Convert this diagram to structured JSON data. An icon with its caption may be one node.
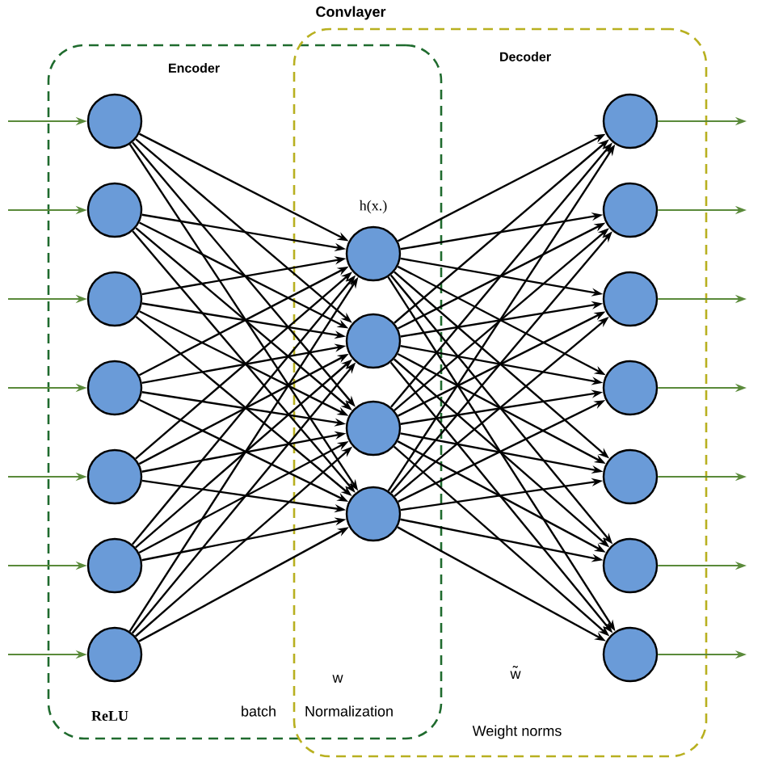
{
  "diagram": {
    "title": "Convlayer",
    "nodes": [
      {
        "text": [
          "Encoder"
        ]
      },
      {
        "text": [
          "Decoder"
        ]
      },
      {
        "text": [],
        "shape": "circle",
        "in": 0
      },
      {
        "text": [],
        "shape": "circle",
        "in": 0
      },
      {
        "text": [],
        "shape": "circle",
        "in": 0
      },
      {
        "text": [],
        "shape": "circle",
        "in": 0
      },
      {
        "text": [],
        "shape": "circle",
        "in": 0
      },
      {
        "text": [],
        "shape": "circle",
        "in": 0
      },
      {
        "text": [],
        "shape": "circle",
        "in": 0
      },
      {
        "text": [],
        "shape": "circle",
        "beside": [
          "h(x.)"
        ]
      },
      {
        "text": [],
        "shape": "circle"
      },
      {
        "text": [],
        "shape": "circle"
      },
      {
        "text": [],
        "shape": "circle"
      },
      {
        "text": [],
        "shape": "circle",
        "in": 1
      },
      {
        "text": [],
        "shape": "circle",
        "in": 1
      },
      {
        "text": [],
        "shape": "circle",
        "in": 1
      },
      {
        "text": [],
        "shape": "circle",
        "in": 1
      },
      {
        "text": [],
        "shape": "circle",
        "in": 1
      },
      {
        "text": [],
        "shape": "circle",
        "in": 1
      },
      {
        "text": [],
        "shape": "circle",
        "in": 1
      }
    ],
    "edges": [
      {
        "from": null,
        "to": 2,
        "arrow": "to",
        "color": "#5a8a3a"
      },
      {
        "from": null,
        "to": 3,
        "arrow": "to",
        "color": "#5a8a3a"
      },
      {
        "from": null,
        "to": 4,
        "arrow": "to",
        "color": "#5a8a3a"
      },
      {
        "from": null,
        "to": 5,
        "arrow": "to",
        "color": "#5a8a3a"
      },
      {
        "from": null,
        "to": 6,
        "arrow": "to",
        "color": "#5a8a3a"
      },
      {
        "from": null,
        "to": 7,
        "arrow": "to",
        "color": "#5a8a3a"
      },
      {
        "from": null,
        "to": 8,
        "arrow": "to",
        "color": "#5a8a3a"
      },
      {
        "from": 2,
        "to": 9,
        "arrow": "to"
      },
      {
        "from": 2,
        "to": 10,
        "arrow": "to"
      },
      {
        "from": 2,
        "to": 11,
        "arrow": "to"
      },
      {
        "from": 2,
        "to": 12,
        "arrow": "to"
      },
      {
        "from": 3,
        "to": 9,
        "arrow": "to"
      },
      {
        "from": 3,
        "to": 10,
        "arrow": "to"
      },
      {
        "from": 3,
        "to": 11,
        "arrow": "to"
      },
      {
        "from": 3,
        "to": 12,
        "arrow": "to"
      },
      {
        "from": 4,
        "to": 9,
        "arrow": "to"
      },
      {
        "from": 4,
        "to": 10,
        "arrow": "to"
      },
      {
        "from": 4,
        "to": 11,
        "arrow": "to"
      },
      {
        "from": 4,
        "to": 12,
        "arrow": "to"
      },
      {
        "from": 5,
        "to": 9,
        "arrow": "to"
      },
      {
        "from": 5,
        "to": 10,
        "arrow": "to"
      },
      {
        "from": 5,
        "to": 11,
        "arrow": "to"
      },
      {
        "from": 5,
        "to": 12,
        "arrow": "to"
      },
      {
        "from": 6,
        "to": 9,
        "arrow": "to"
      },
      {
        "from": 6,
        "to": 10,
        "arrow": "to"
      },
      {
        "from": 6,
        "to": 11,
        "arrow": "to"
      },
      {
        "from": 6,
        "to": 12,
        "arrow": "to"
      },
      {
        "from": 7,
        "to": 9,
        "arrow": "to"
      },
      {
        "from": 7,
        "to": 10,
        "arrow": "to"
      },
      {
        "from": 7,
        "to": 11,
        "arrow": "to"
      },
      {
        "from": 7,
        "to": 12,
        "arrow": "to"
      },
      {
        "from": 8,
        "to": 9,
        "arrow": "to"
      },
      {
        "from": 8,
        "to": 10,
        "arrow": "to"
      },
      {
        "from": 8,
        "to": 11,
        "arrow": "to"
      },
      {
        "from": 8,
        "to": 12,
        "arrow": "to"
      },
      {
        "from": 9,
        "to": 13,
        "arrow": "to"
      },
      {
        "from": 9,
        "to": 14,
        "arrow": "to"
      },
      {
        "from": 9,
        "to": 15,
        "arrow": "to"
      },
      {
        "from": 9,
        "to": 16,
        "arrow": "to"
      },
      {
        "from": 9,
        "to": 17,
        "arrow": "to"
      },
      {
        "from": 9,
        "to": 18,
        "arrow": "to"
      },
      {
        "from": 9,
        "to": 19,
        "arrow": "to"
      },
      {
        "from": 10,
        "to": 13,
        "arrow": "to"
      },
      {
        "from": 10,
        "to": 14,
        "arrow": "to"
      },
      {
        "from": 10,
        "to": 15,
        "arrow": "to"
      },
      {
        "from": 10,
        "to": 16,
        "arrow": "to"
      },
      {
        "from": 10,
        "to": 17,
        "arrow": "to"
      },
      {
        "from": 10,
        "to": 18,
        "arrow": "to"
      },
      {
        "from": 10,
        "to": 19,
        "arrow": "to"
      },
      {
        "from": 11,
        "to": 13,
        "arrow": "to"
      },
      {
        "from": 11,
        "to": 14,
        "arrow": "to"
      },
      {
        "from": 11,
        "to": 15,
        "arrow": "to"
      },
      {
        "from": 11,
        "to": 16,
        "arrow": "to"
      },
      {
        "from": 11,
        "to": 17,
        "arrow": "to"
      },
      {
        "from": 11,
        "to": 18,
        "arrow": "to"
      },
      {
        "from": 11,
        "to": 19,
        "arrow": "to"
      },
      {
        "from": 12,
        "to": 13,
        "arrow": "to"
      },
      {
        "from": 12,
        "to": 14,
        "arrow": "to"
      },
      {
        "from": 12,
        "to": 15,
        "arrow": "to"
      },
      {
        "from": 12,
        "to": 16,
        "arrow": "to"
      },
      {
        "from": 12,
        "to": 17,
        "arrow": "to"
      },
      {
        "from": 12,
        "to": 18,
        "arrow": "to"
      },
      {
        "from": 12,
        "to": 19,
        "arrow": "to"
      },
      {
        "from": 13,
        "to": null,
        "arrow": "to",
        "color": "#5a8a3a"
      },
      {
        "from": 14,
        "to": null,
        "arrow": "to",
        "color": "#5a8a3a"
      },
      {
        "from": 15,
        "to": null,
        "arrow": "to",
        "color": "#5a8a3a"
      },
      {
        "from": 16,
        "to": null,
        "arrow": "to",
        "color": "#5a8a3a"
      },
      {
        "from": 17,
        "to": null,
        "arrow": "to",
        "color": "#5a8a3a"
      },
      {
        "from": 18,
        "to": null,
        "arrow": "to",
        "color": "#5a8a3a"
      },
      {
        "from": 19,
        "to": null,
        "arrow": "to",
        "color": "#5a8a3a"
      }
    ],
    "labels": [
      "ReLU",
      "batch",
      "w",
      "Normalization",
      "w̃",
      "Weight norms"
    ]
  }
}
